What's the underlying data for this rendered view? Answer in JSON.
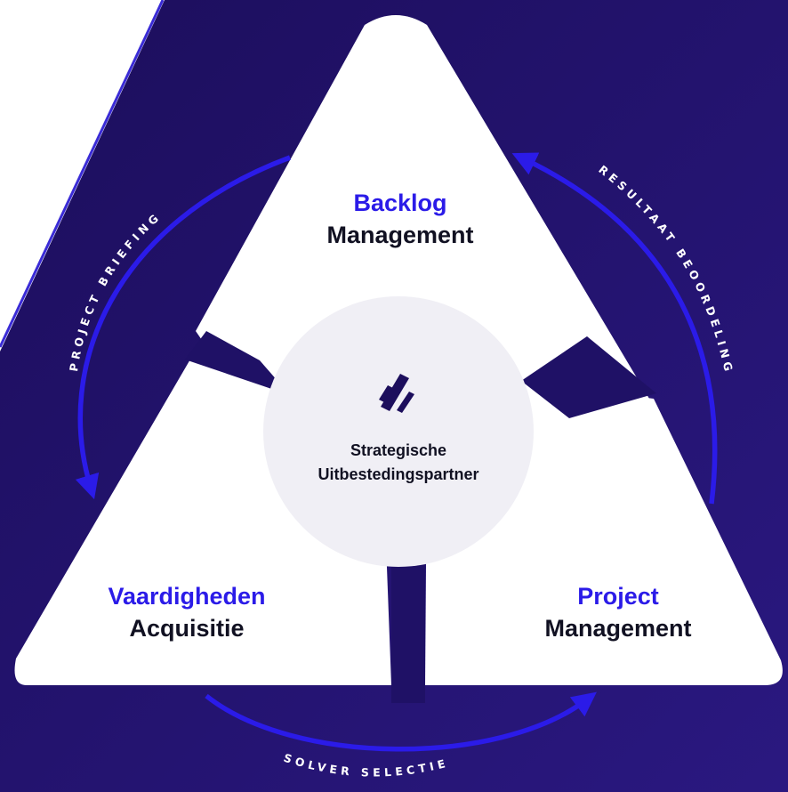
{
  "center": {
    "line1": "Strategische",
    "line2": "Uitbestedingspartner",
    "logo_icon": "slash-logo-icon"
  },
  "sections": {
    "top": {
      "highlight": "Backlog",
      "main": "Management"
    },
    "left": {
      "highlight": "Vaardigheden",
      "main": "Acquisitie"
    },
    "right": {
      "highlight": "Project",
      "main": "Management"
    }
  },
  "cycle": {
    "left": "PROJECT BRIEFING",
    "right": "RESULTAAT BEOORDELING",
    "bottom": "SOLVER SELECTIE"
  },
  "colors": {
    "bg_start": "#1c0e5c",
    "bg_end": "#2a1880",
    "accent": "#2b1be8",
    "text_dark": "#111122",
    "panel": "#ffffff",
    "hub": "#f0eff5"
  }
}
